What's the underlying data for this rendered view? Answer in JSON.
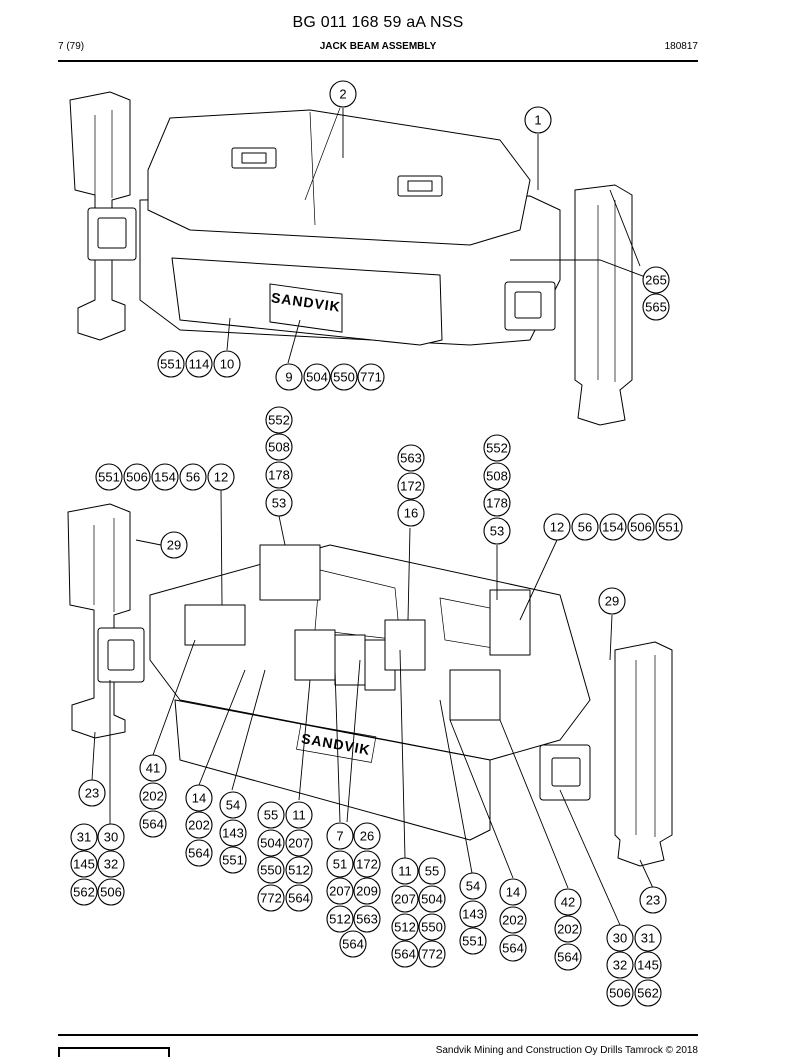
{
  "header": {
    "doc_title": "BG 011 168 59 aA NSS",
    "page": "7 (79)",
    "section_title": "JACK BEAM ASSEMBLY",
    "date": "180817"
  },
  "footer": {
    "text": "Sandvik Mining and Construction Oy Drills Tamrock © 2018"
  },
  "drawing": {
    "logo_text": "SANDVIK",
    "top_view_callouts": [
      "2",
      "1",
      "265",
      "565",
      "551",
      "114",
      "10",
      "9",
      "504",
      "550",
      "771"
    ],
    "bottom_view_callouts": [
      "552",
      "508",
      "178",
      "53",
      "563",
      "172",
      "16",
      "551",
      "506",
      "154",
      "56",
      "12",
      "29",
      "41",
      "202",
      "564",
      "23",
      "14",
      "54",
      "143",
      "551",
      "55",
      "11",
      "504",
      "207",
      "550",
      "512",
      "772",
      "564",
      "7",
      "26",
      "51",
      "172",
      "207",
      "209",
      "512",
      "563",
      "564",
      "11",
      "55",
      "207",
      "504",
      "512",
      "550",
      "564",
      "772",
      "54",
      "143",
      "551",
      "14",
      "202",
      "564",
      "42",
      "202",
      "564",
      "30",
      "31",
      "32",
      "145",
      "506",
      "562",
      "23",
      "31",
      "30",
      "145",
      "32",
      "562",
      "506"
    ]
  }
}
